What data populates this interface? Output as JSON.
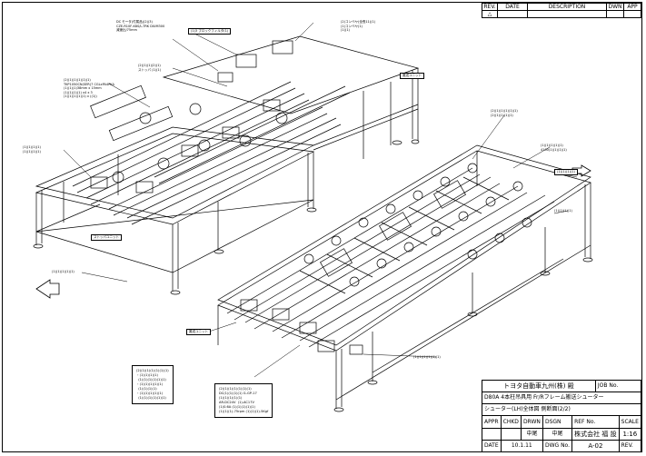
{
  "revision_table": {
    "headers": [
      "REV.",
      "DATE",
      "DESCRIPTION",
      "DWN",
      "APP"
    ],
    "rows": [
      [
        "△",
        "",
        "",
        "",
        ""
      ]
    ]
  },
  "callouts": {
    "motor_top_left": "DC モータ(付属品)(2)(3)\nCZE-R10F-K8S/L-TRK DIUM300\n減速比/75mm",
    "motor_top_right": "(1)3 ブロックフィルタ(1)",
    "unit_right_top": "(2)コンベヤ(全長11)(1)\n(1)コンベヤ(1)\n(1)(1)",
    "conveyor_mid": "(2)(1)(1)(2)(1)\nストッパ (1)(1)",
    "left_spec": "(2)(1)(1)(1)(1)(1)\nTKP1050CN(SER)7 CGLxPA4PKA\n(1)(1)(1)38mm x 15mm\n(1)(1)(1)(1) x4 x 3\n(1)(1)(1)(1)(1) x ((1))",
    "left_label": "(1)(1)(1)(1)\n(1)(1)(1)(1)",
    "unit_label_1": "搬送ユニット",
    "unit_label_2": "ストッパユニット",
    "unit_label_3": "(1)(1)(1)(1)",
    "right_1": "(2)(1)(1)(1)(1)(1)\n(2)(1)(1)(1)(1)",
    "right_2": "(1)(1)(1)(1)(1)\n4100(1)(1)(1)(1)",
    "right_3": "(1)(1)(1)(1)",
    "right_4": "(1)(1)(1)(1)",
    "direction_label": "(1)(1)(1)(1)(1)",
    "bottom_1": "搬送ユニット",
    "bottom_2": "(1)(1)(1)(1)(1)(1)"
  },
  "notes": {
    "note_a": "(2)(1)(1)(1)(1)(1)(1)\n・(1)(1)(1)(1)\n  (1)(1)(1)(1)(1)(1)\n・(1)(1)(1)(1)(1)\n  (1)(1)(1)(1)\n・(1)(1)(1)(1)(1)\n  (1)(1)(1)(1)(1)(1)",
    "note_b": "(2)(1)(1)(1)(1)(1)(1)\nDC(1)(1)(1)(1) G-GP-17\n(1)(1)(1)(1)(1)\nAR-DC24V  (1)-AC17V\n(1)0.6A (1)(1)(1)(1)(1)\n(1)(1)(1)-75rpm (1)(1)(1)-5Kgf"
  },
  "title_block": {
    "company_client": "トヨタ自動車九州(株) 殿",
    "job_label": "JOB No.",
    "project_title": "D80A 4本柱吊具用 Fr/Rフレーム搬送シューター",
    "drawing_title": "シューター(LH)全体図 側断面(2/2)",
    "appr_label": "APPR",
    "chkd_label": "CHKD",
    "drwn_label": "DRWN",
    "dsgn_label": "DSGN",
    "ref_label": "REF No.",
    "maker": "株式会社 福 設",
    "scale_label": "SCALE",
    "scale_value": "1:16",
    "name_1": "中尾",
    "name_2": "中尾",
    "date_label": "DATE",
    "date_value": "10.1.11",
    "dwg_label": "DWG No.",
    "dwg_value": "A-02",
    "rev_label": "REV."
  }
}
